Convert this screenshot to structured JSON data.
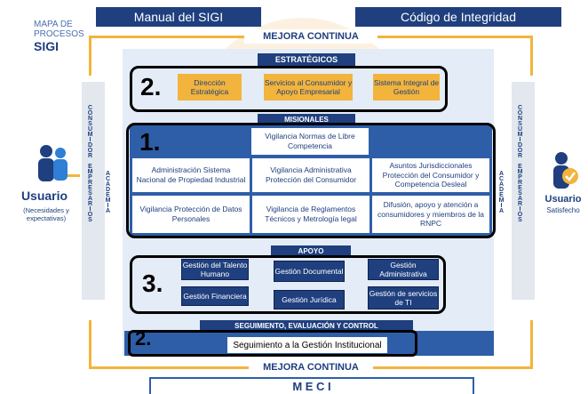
{
  "page": {
    "mapa_line1": "MAPA DE",
    "mapa_line2": "PROCESOS",
    "mapa_line3": "SIGI"
  },
  "header": {
    "left_label": "Manual del SIGI",
    "right_label": "Código de Integridad",
    "mejora_top": "MEJORA CONTINUA"
  },
  "estrategicos": {
    "title": "ESTRATÉGICOS",
    "items": [
      "Dirección Estratégica",
      "Servicios al Consumidor y Apoyo Empresarial",
      "Sistema Integral de Gestión"
    ]
  },
  "misionales": {
    "title": "MISIONALES",
    "top_item": "Vigilancia Normas de Libre Competencia",
    "row1": [
      "Administración Sistema Nacional de Propiedad Industrial",
      "Vigilancia Administrativa Protección del Consumidor",
      "Asuntos Jurisdiccionales Protección del Consumidor y Competencia Desleal"
    ],
    "row2": [
      "Vigilancia Protección de Datos Personales",
      "Vigilancia de Reglamentos Técnicos y Metrología legal",
      "Difusión, apoyo y atención a consumidores y miembros de la RNPC"
    ]
  },
  "apoyo": {
    "title": "APOYO",
    "items": [
      "Gestión del Talento Humano",
      "Gestión Documental",
      "Gestión Administrativa",
      "Gestión Financiera",
      "Gestión Jurídica",
      "Gestión de servicios de TI"
    ]
  },
  "seguimiento": {
    "title": "SEGUIMIENTO, EVALUACIÓN Y CONTROL",
    "item": "Seguimiento a la Gestión Institucional"
  },
  "footer": {
    "mejora_bottom": "MEJORA CONTINUA",
    "meci": "M E C I"
  },
  "left_column": {
    "outer_text": "CONSUMIDOR EMPRESARIOS",
    "inner_text": "ACADEMIA",
    "usuario_title": "Usuario",
    "usuario_sub": "(Necesidades y expectativas)"
  },
  "right_column": {
    "outer_text": "CONSUMIDOR EMPRESARIOS",
    "inner_text": "ACADEMIA",
    "usuario_title": "Usuario",
    "usuario_sub": "Satisfecho"
  },
  "annotations": [
    "2.",
    "1.",
    "3.",
    "2."
  ],
  "colors": {
    "navy": "#1f3f7e",
    "blue": "#2e5ea8",
    "gold": "#f2b43c",
    "light_bg": "#d9e4f3"
  }
}
